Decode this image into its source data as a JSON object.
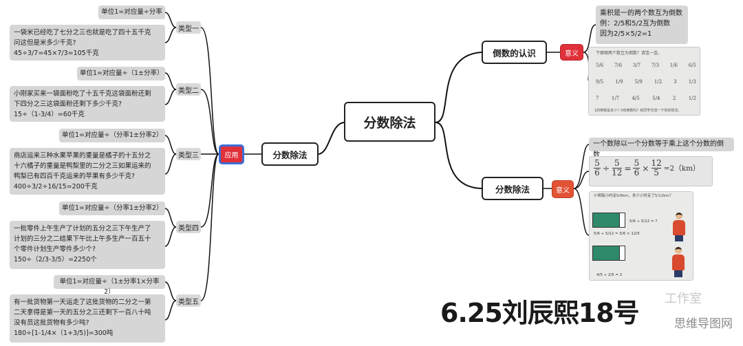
{
  "central": "分数除法",
  "left_branch": {
    "label": "分数除法",
    "tag": "应用",
    "types": [
      {
        "label": "类型一",
        "rule": "单位1=对应量÷分率",
        "example": [
          "一袋米已经吃了七分之三也就是吃了四十五千克",
          "问这但是米多少千克?",
          "45÷3/7=45×7/3=105千克"
        ]
      },
      {
        "label": "类型二",
        "rule": "单位1=对应量÷（1±分率）",
        "example": [
          "小刚家买来一袋面粉吃了十五千克这袋面粉还剩",
          "下四分之三这袋面粉还剩下多少千克?",
          "15÷（1-3/4）=60千克"
        ]
      },
      {
        "label": "类型三",
        "rule": "单位1=对应量÷（分率1±分率2）",
        "example": [
          "商店运来三种水果苹果的重量是橘子的十五分之",
          "十六橘子的重量是鸭梨里的二分之三如果运来的",
          "鸭梨已有四百千克运来的苹果有多少千克?",
          "400÷3/2÷16/15=200千克"
        ]
      },
      {
        "label": "类型四",
        "rule": "单位1=对应量÷（分率1±分率2）",
        "example": [
          "一批零件上午生产了计划的五分之三下午生产了",
          "计划的三分之二结果下午比上午多生产一百五十",
          "个零件计划生产零件多少个?",
          "150÷（2/3-3/5）=2250个"
        ]
      },
      {
        "label": "类型五",
        "rule": "单位1=对应量÷（1±分率1×分率2）",
        "example": [
          "有一批货物第一天运走了这批货物的二分之一第",
          "二天拿得是第一天的五分之三还剩下一百八十吨",
          "没有员这批货物有多少吨?",
          "180÷[1-1/4×（1+3/5)]=300吨"
        ]
      }
    ]
  },
  "right_top": {
    "label": "倒数的认识",
    "tag": "意义",
    "note": [
      "乘积是一的两个数互为倒数",
      "例：2/5和5/2互为倒数",
      "因为2/5×5/2=1"
    ],
    "pic_caption": "下面哪两个数互为倒数？请连一连。",
    "pic_rows": [
      [
        "5/6",
        "7/6",
        "3/7",
        "7/3",
        "1/6",
        "6/5"
      ],
      [
        "9/5",
        "1/9",
        "5/9",
        "1/2",
        "3",
        "1/3"
      ],
      [
        "7",
        "1/7",
        "4/5",
        "5/4",
        "2",
        "1/2"
      ]
    ],
    "pic_footer": "1的倒数是多少？0有倒数吗？和同学交流一下你的想法。"
  },
  "right_bottom": {
    "label": "分数除法",
    "tag": "意义",
    "note": "一个数除以一个分数等于乘上这个分数的倒数",
    "formula": {
      "a_num": "5",
      "a_den": "6",
      "op": "÷",
      "b_num": "5",
      "b_den": "12",
      "eq1": "=",
      "c_num": "5",
      "c_den": "6",
      "times": "×",
      "d_num": "12",
      "d_den": "5",
      "tail": "=2（km）"
    },
    "pic_caption": "小明每小时走5/6km，多少小时走了5/12km？",
    "pic_lines": [
      "5/6 ÷ 5/12 = ?",
      "5/6 ÷ 5/12 = 5/6 × 12/5",
      "4/5 ÷ 2/5 = 2"
    ]
  },
  "watermark": {
    "big": "6.25刘辰熙18号",
    "small": "工作室",
    "site": "思维导图网"
  },
  "colors": {
    "line": "#111111",
    "tag_red": "#e0313a",
    "tag_border": "#3b6fd8",
    "tag_orange": "#e25336",
    "gray": "#d6d6d6"
  }
}
